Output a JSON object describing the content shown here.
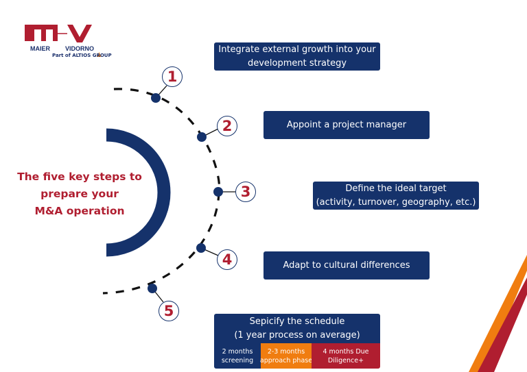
{
  "logo": {
    "name_left": "MAIER",
    "name_right": "VIDORNO",
    "group": "Part of ALTIOS GROUP"
  },
  "title": {
    "lines": [
      "The five key steps to",
      "prepare your",
      "M&A operation"
    ]
  },
  "steps": [
    {
      "number": "1",
      "lines": [
        "Integrate external growth into your",
        "development strategy"
      ]
    },
    {
      "number": "2",
      "lines": [
        "Appoint a project manager"
      ]
    },
    {
      "number": "3",
      "lines": [
        "Define the ideal target",
        "(activity, turnover, geography, etc.)"
      ]
    },
    {
      "number": "4",
      "lines": [
        "Adapt to cultural differences"
      ]
    },
    {
      "number": "5",
      "lines": [
        "Sepicify the schedule",
        "(1 year process on average)"
      ]
    }
  ],
  "schedule": [
    {
      "lines": [
        "2 months",
        "screening"
      ],
      "color": "#15326b"
    },
    {
      "lines": [
        "2-3 months",
        "approach phase"
      ],
      "color": "#f07d10"
    },
    {
      "lines": [
        "4 months Due",
        "Diligence+"
      ],
      "color": "#b01e30"
    }
  ],
  "colors": {
    "navy": "#15326b",
    "red": "#b01e30",
    "orange": "#f07d10"
  }
}
